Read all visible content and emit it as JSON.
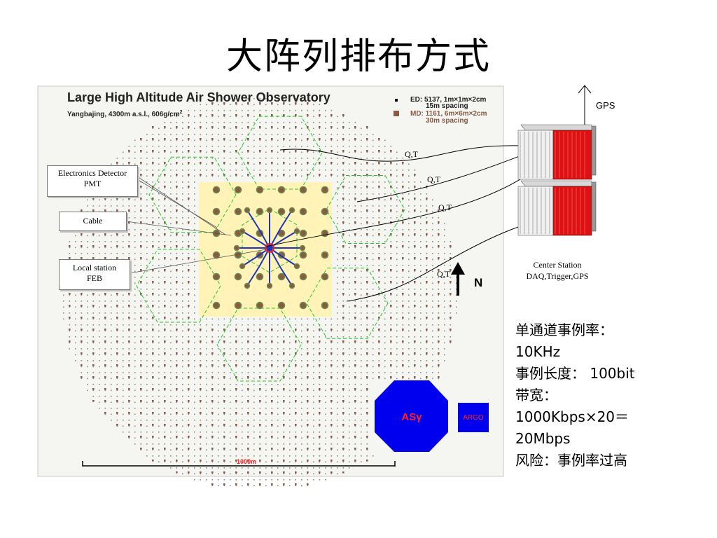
{
  "slide": {
    "title": "大阵列排布方式"
  },
  "map": {
    "title": "Large High Altitude Air Shower Observatory",
    "subtitle": "Yangbajing, 4300m a.s.l., 606g/cm",
    "subtitle_sup": "2",
    "legend": [
      {
        "line1": "ED: 5137, 1m×1m×2cm",
        "line2": "15m spacing",
        "color": "#000000"
      },
      {
        "line1": "MD: 1161, 6m×6m×2cm",
        "line2": "30m spacing",
        "color": "#8a5a44"
      }
    ],
    "scale_label": "1000m",
    "asg_label": "ASγ",
    "argo_label": "ARGO",
    "north_label": "N"
  },
  "callouts": {
    "electronics": [
      "Electronics Detector",
      "PMT"
    ],
    "cable": "Cable",
    "local_station": [
      "Local station",
      "FEB"
    ]
  },
  "links": [
    "Q,T",
    "Q,T",
    "Q,T",
    "Q,T"
  ],
  "center_station": {
    "line1": "Center Station",
    "line2": "DAQ,Trigger,GPS",
    "gps_label": "GPS"
  },
  "stats": {
    "line1": "单通道事例率：",
    "line2": "10KHz",
    "line3": "事例长度： 100bit",
    "line4": "带宽：",
    "line5": "1000Kbps×20＝",
    "line6": "20Mbps",
    "line7": "风险：事例率过高"
  },
  "colors": {
    "map_background": "#f5f5f2",
    "core_area": "#fff3b8",
    "hex_outline": "#22cc22",
    "cable": "#2233bb",
    "asg_fill": "#0000ee",
    "label_red": "#ff2020",
    "rack_red": "#dd1111"
  }
}
